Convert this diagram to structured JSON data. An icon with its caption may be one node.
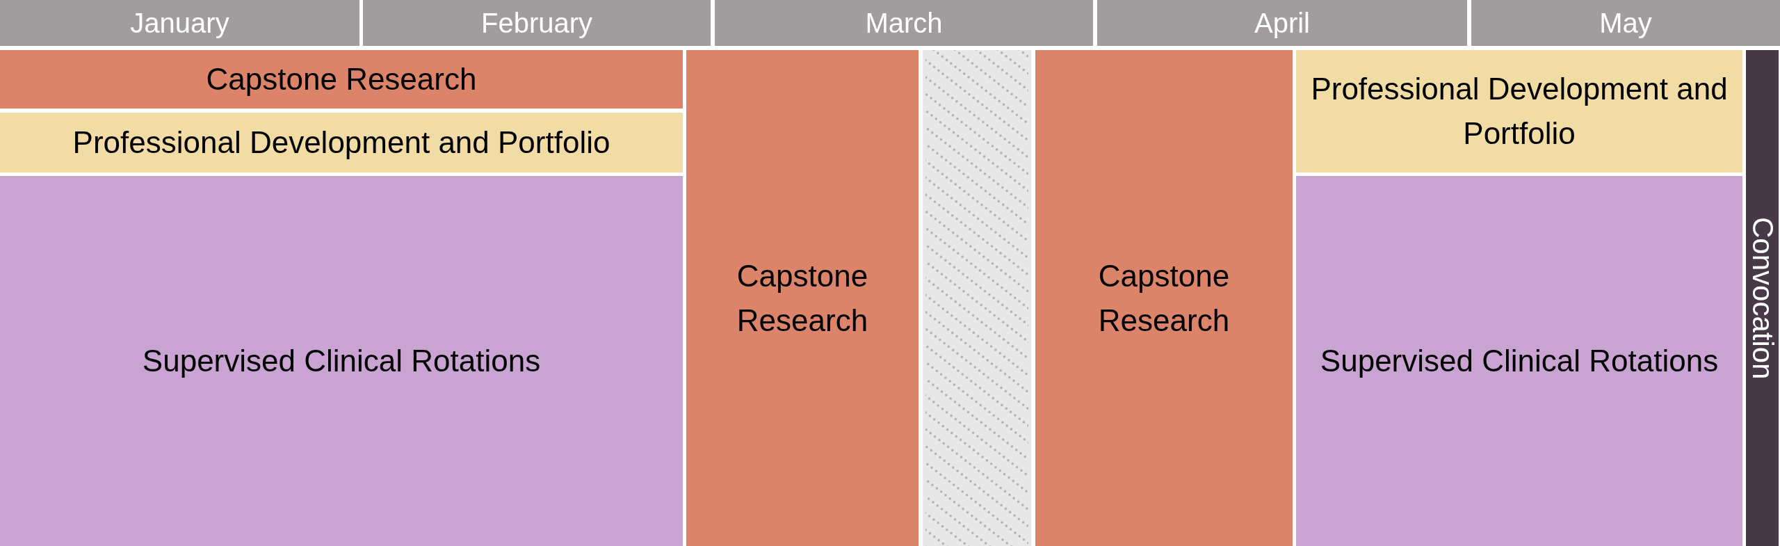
{
  "diagram": {
    "nodes": [
      {
        "text": [
          "January"
        ]
      },
      {
        "text": [
          "February"
        ]
      },
      {
        "text": [
          "March"
        ]
      },
      {
        "text": [
          "April"
        ]
      },
      {
        "text": [
          "May"
        ]
      },
      {
        "text": [
          "Capstone Research"
        ]
      },
      {
        "text": [
          "Professional Development and Portfolio"
        ]
      },
      {
        "text": [
          "Supervised Clinical Rotations"
        ]
      },
      {
        "text": [
          "Capstone Research"
        ]
      },
      {
        "text": [],
        "shape": "box"
      },
      {
        "text": [
          "Capstone Research"
        ]
      },
      {
        "text": [
          "Professional Development and Portfolio"
        ]
      },
      {
        "text": [
          "Supervised Clinical Rotations"
        ]
      },
      {
        "text": [
          "Convocation"
        ]
      }
    ]
  }
}
